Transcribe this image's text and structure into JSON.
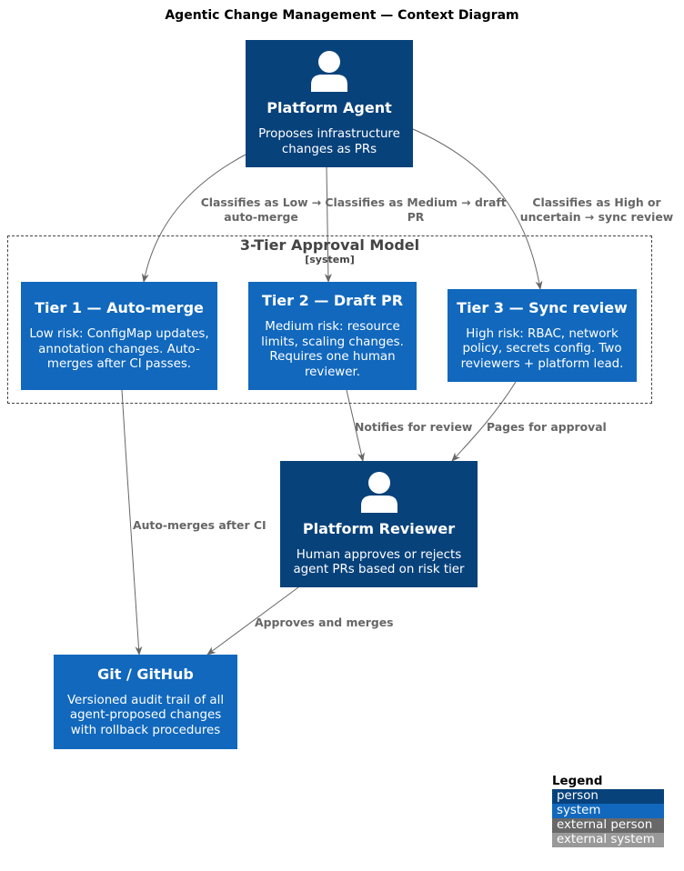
{
  "title": "Agentic Change Management — Context Diagram",
  "colors": {
    "person": "#08427b",
    "system": "#1168bd",
    "external_person": "#686868",
    "external_system": "#999999",
    "edge": "#666666"
  },
  "boundary": {
    "title": "3-Tier Approval Model",
    "type": "[system]"
  },
  "nodes": {
    "agent": {
      "name": "Platform Agent",
      "desc": "Proposes infrastructure changes as PRs"
    },
    "tier1": {
      "name": "Tier 1 — Auto-merge",
      "desc": "Low risk: ConfigMap updates, annotation changes. Auto-merges after CI passes."
    },
    "tier2": {
      "name": "Tier 2 — Draft PR",
      "desc": "Medium risk: resource limits, scaling changes. Requires one human reviewer."
    },
    "tier3": {
      "name": "Tier 3 — Sync review",
      "desc": "High risk: RBAC, network policy, secrets config. Two reviewers + platform lead."
    },
    "reviewer": {
      "name": "Platform Reviewer",
      "desc": "Human approves or rejects agent PRs based on risk tier"
    },
    "git": {
      "name": "Git / GitHub",
      "desc": "Versioned audit trail of all agent-proposed changes with rollback procedures"
    }
  },
  "edges": {
    "agent_tier1": "Classifies as Low →\nauto-merge",
    "agent_tier2": "Classifies as Medium → draft\nPR",
    "agent_tier3": "Classifies as High or\nuncertain → sync review",
    "tier2_reviewer": "Notifies for review",
    "tier3_reviewer": "Pages for approval",
    "tier1_git": "Auto-merges after CI",
    "reviewer_git": "Approves and merges"
  },
  "legend": {
    "title": "Legend",
    "items": [
      {
        "label": "person",
        "color": "#08427b"
      },
      {
        "label": "system",
        "color": "#1168bd"
      },
      {
        "label": "external person",
        "color": "#686868"
      },
      {
        "label": "external system",
        "color": "#999999"
      }
    ]
  }
}
